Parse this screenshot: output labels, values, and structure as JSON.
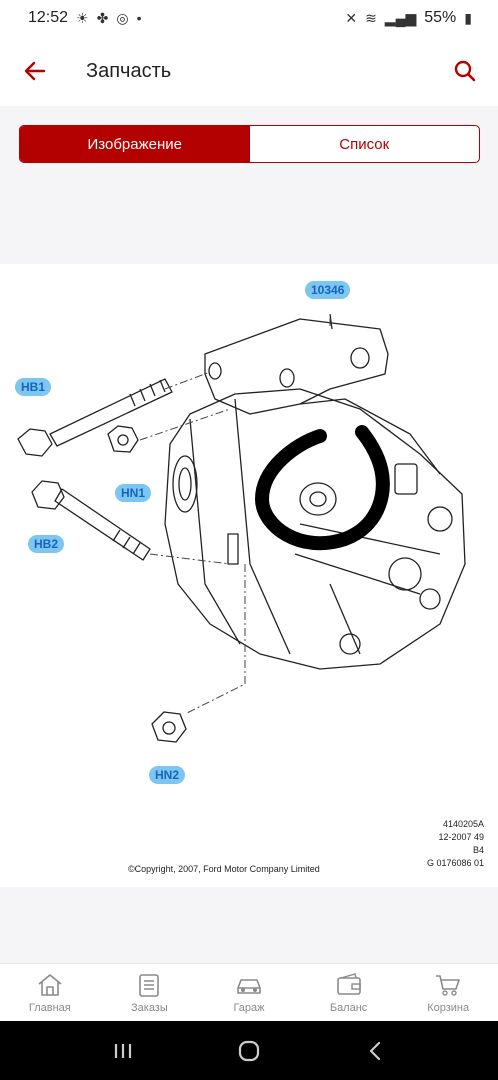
{
  "status_bar": {
    "time": "12:52",
    "battery": "55%"
  },
  "header": {
    "title": "Запчасть"
  },
  "segment": {
    "tab_image": "Изображение",
    "tab_list": "Список"
  },
  "diagram": {
    "callouts": {
      "part_label": "10346",
      "hb1": "HB1",
      "hn1": "HN1",
      "hb2": "HB2",
      "hn2": "HN2"
    },
    "copyright": "©Copyright, 2007, Ford Motor Company Limited",
    "ref_lines": [
      "4140205A",
      "12-2007 49",
      "B4",
      "G 0176086 01"
    ]
  },
  "bottom_nav": {
    "items": [
      {
        "label": "Главная",
        "icon": "home-icon"
      },
      {
        "label": "Заказы",
        "icon": "orders-icon"
      },
      {
        "label": "Гараж",
        "icon": "car-icon"
      },
      {
        "label": "Баланс",
        "icon": "wallet-icon"
      },
      {
        "label": "Корзина",
        "icon": "cart-icon"
      }
    ]
  },
  "colors": {
    "accent": "#b30000",
    "callout_bg": "#7cc6ef",
    "callout_text": "#1565c0"
  }
}
